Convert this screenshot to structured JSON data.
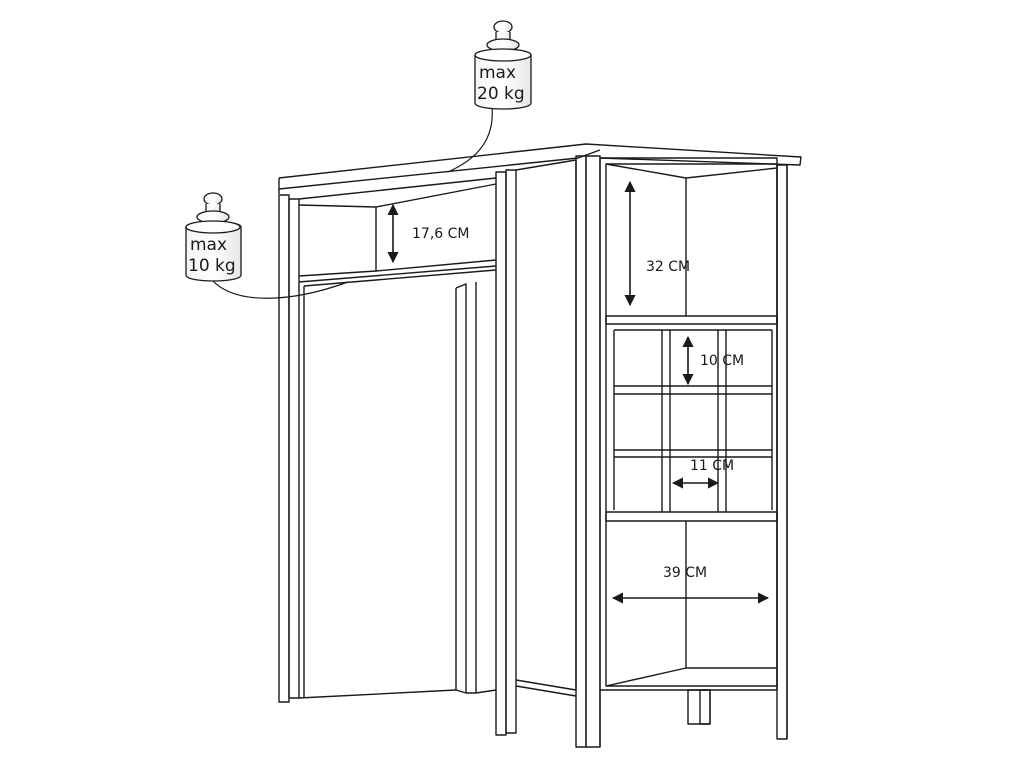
{
  "weights": [
    {
      "id": "top-weight",
      "line1": "max",
      "line2": "20 kg"
    },
    {
      "id": "shelf-weight",
      "line1": "max",
      "line2": "10 kg"
    }
  ],
  "dimensions": {
    "shelf_height": "17,6 CM",
    "upper_compartment_height": "32 CM",
    "bottle_rack_height": "10 CM",
    "bottle_rack_width": "11 CM",
    "lower_compartment_width": "39 CM"
  },
  "colors": {
    "line": "#1a1a1a",
    "background": "#ffffff"
  }
}
